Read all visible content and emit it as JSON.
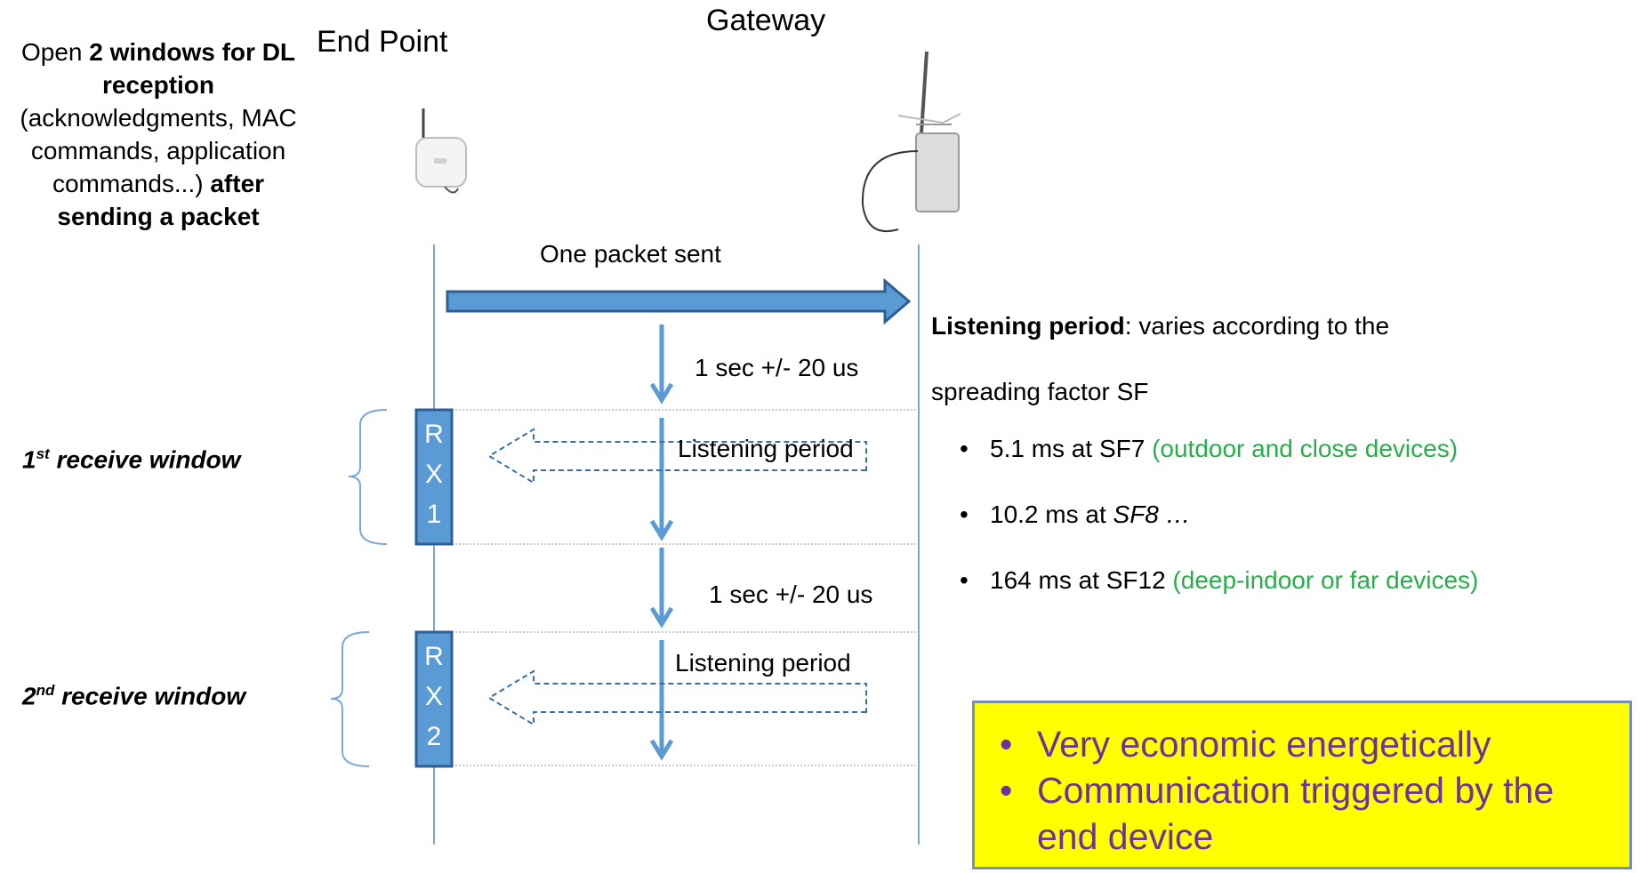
{
  "left_note": {
    "line1_pre": "Open ",
    "line1_bold": "2 windows for DL",
    "line2_bold": "reception",
    "line3": "(acknowledgments, MAC",
    "line4": "commands, application",
    "line5_pre": "commands...) ",
    "line5_bold": "after",
    "line6_bold": "sending a packet"
  },
  "end_point": {
    "label": "End Point"
  },
  "gateway": {
    "label": "Gateway"
  },
  "uplink": {
    "label": "One packet sent"
  },
  "delay1": {
    "label": "1 sec +/- 20 us"
  },
  "delay2": {
    "label": "1 sec +/- 20 us"
  },
  "rx1": {
    "letters": [
      "R",
      "X",
      "1"
    ],
    "listening_label": "Listening period"
  },
  "rx2": {
    "letters": [
      "R",
      "X",
      "2"
    ],
    "listening_label": "Listening period"
  },
  "window1": {
    "num": "1",
    "sup": "st",
    "rest": " receive window"
  },
  "window2": {
    "num": "2",
    "sup": "nd",
    "rest": " receive window"
  },
  "listening_info": {
    "title_bold": "Listening period",
    "title_rest": ": varies according to the",
    "line2": "spreading factor SF",
    "bullets": [
      {
        "pre": "5.1 ms at SF7",
        "italic": "",
        "note": " (outdoor and close devices)"
      },
      {
        "pre": "10.2 ms at ",
        "italic": "SF8 …",
        "note": ""
      },
      {
        "pre": "164 ms at SF12",
        "italic": "",
        "note": " (deep-indoor or far devices)"
      }
    ]
  },
  "summary_box": {
    "bullets": [
      "Very economic energetically",
      "Communication triggered by the",
      "end device"
    ]
  },
  "colors": {
    "line_blue": "#7aa7d7",
    "arrow_blue": "#5b9bd5",
    "arrow_border": "#2e5f94",
    "dashed": "#3a6ea5",
    "green": "#27ae4a",
    "purple": "#7030a0",
    "yellow": "#ffff00"
  }
}
